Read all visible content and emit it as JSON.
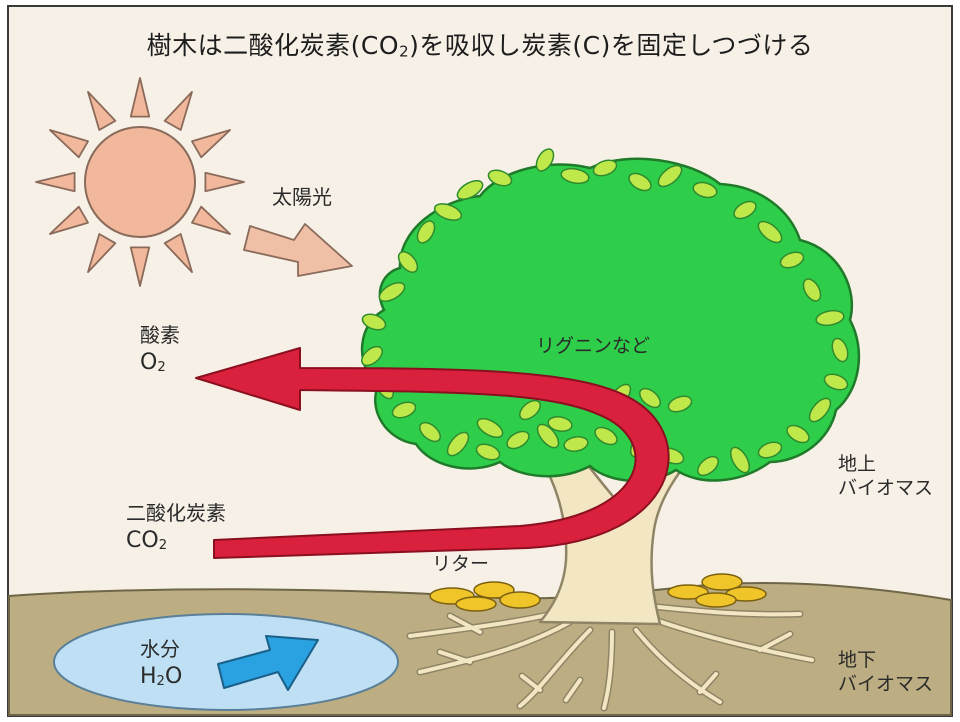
{
  "title": {
    "main": "樹木は二酸化炭素(CO",
    "sub": "2",
    "rest": ")を吸収し炭素(C)を固定しつづける"
  },
  "labels": {
    "sunlight": "太陽光",
    "oxygen_name": "酸素",
    "oxygen_formula": "O",
    "oxygen_sub": "2",
    "lignin": "リグニンなど",
    "co2_name": "二酸化炭素",
    "co2_formula": "CO",
    "co2_sub": "2",
    "litter": "リター",
    "water_name": "水分",
    "water_formula_a": "H",
    "water_sub": "2",
    "water_formula_b": "O",
    "above_line1": "地上",
    "above_line2": "バイオマス",
    "below_line1": "地下",
    "below_line2": "バイオマス"
  },
  "colors": {
    "background": "#f6f0e6",
    "frame": "#3a3a3a",
    "sun": "#f1b89c",
    "sun_stroke": "#8a6a5a",
    "sunlight_arrow": "#efbfa6",
    "canopy": "#2ece4a",
    "leaf": "#bfe84a",
    "leaf_stroke": "#2f8a2f",
    "trunk": "#f3e6c3",
    "trunk_stroke": "#8f8466",
    "ground": "#bcae82",
    "ground_line": "#6f6648",
    "carbon_arrow": "#d9203c",
    "carbon_arrow_stroke": "#8a1020",
    "water_pool": "#bfe0f4",
    "water_arrow": "#2aa2e2",
    "litter": "#f0c52a"
  }
}
